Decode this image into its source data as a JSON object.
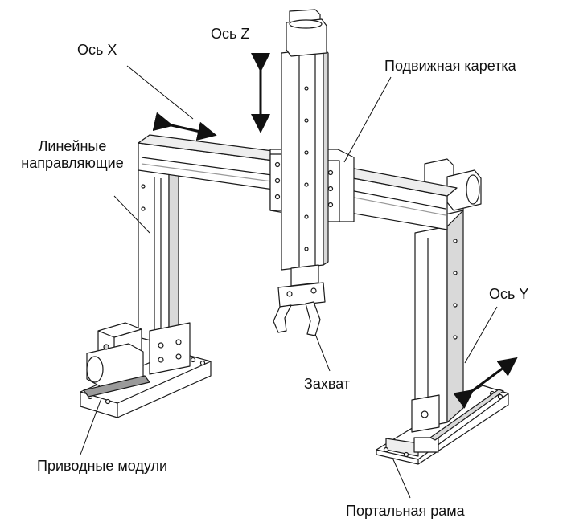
{
  "labels": {
    "axis_x": "Ось X",
    "axis_z": "Ось Z",
    "axis_y": "Ось Y",
    "carriage": "Подвижная каретка",
    "guides_line1": "Линейные",
    "guides_line2": "направляющие",
    "gripper": "Захват",
    "drive_modules": "Приводные модули",
    "gantry_frame": "Портальная рама"
  },
  "colors": {
    "line": "#1a1a1a",
    "fill": "#ffffff",
    "shade": "#d9d9d9",
    "dark": "#9a9a9a"
  }
}
